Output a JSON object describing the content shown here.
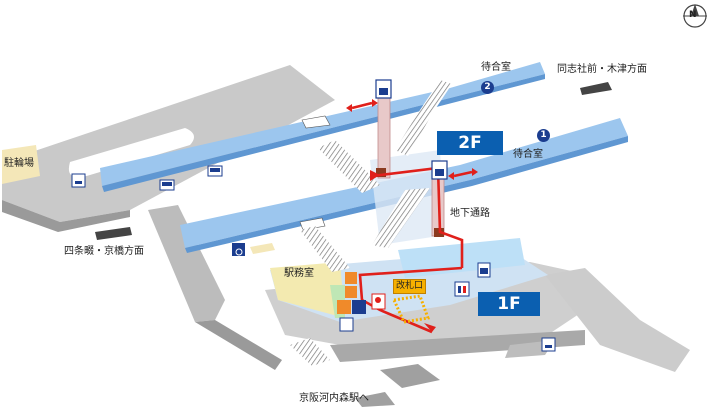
{
  "compass": {
    "letter": "N"
  },
  "floors": {
    "upper": "2F",
    "lower": "1F"
  },
  "waiting_rooms": [
    {
      "badge": "2",
      "label": "待合室"
    },
    {
      "badge": "1",
      "label": "待合室"
    }
  ],
  "labels": {
    "bicycle_parking": "駐輪場",
    "underpass": "地下通路",
    "station_office": "駅務室",
    "ticket_gate": "改札口",
    "direction_northeast": "同志社前・木津方面",
    "direction_southwest": "四条畷・京橋方面",
    "direction_south": "京阪河内森駅へ"
  },
  "icons": [
    "compass-icon",
    "taxi-icon",
    "bus-icon",
    "bus-icon",
    "wheelchair-icon",
    "elevator-icon",
    "elevator-icon",
    "escalator-icon",
    "toilet-icon",
    "aed-icon",
    "ticket-machine-icon",
    "coin-locker-icon",
    "taxi-icon"
  ],
  "colors": {
    "platform": "#9cc6ee",
    "floor_badge": "#0b5fb0",
    "route": "#e0201b",
    "gate": "#f6b000",
    "office": "#f3eab0",
    "concourse": "#cfe2f3"
  }
}
